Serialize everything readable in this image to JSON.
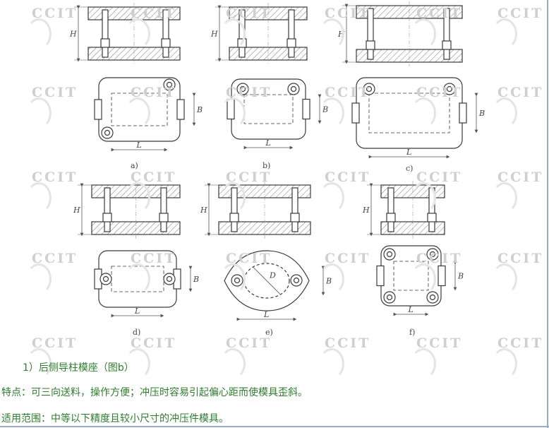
{
  "watermark": {
    "text": "CCIT"
  },
  "figure": {
    "panels": [
      {
        "id": "a",
        "caption": "a)"
      },
      {
        "id": "b",
        "caption": "b)"
      },
      {
        "id": "c",
        "caption": "c)"
      },
      {
        "id": "d",
        "caption": "d)"
      },
      {
        "id": "e",
        "caption": "e)"
      },
      {
        "id": "f",
        "caption": "f)"
      }
    ],
    "dim_labels": {
      "H": "H",
      "B": "B",
      "L": "L",
      "D": "D"
    },
    "colors": {
      "line": "#3a3a3a",
      "hatch": "#6a6a6a",
      "dim": "#555555"
    }
  },
  "text": {
    "heading": "1）后侧导柱模座（图b）",
    "features": "特点：可三向送料，操作方便；冲压时容易引起偏心距而使模具歪斜。",
    "scope": "适用范围：中等以下精度且较小尺寸的冲压件模具。"
  }
}
